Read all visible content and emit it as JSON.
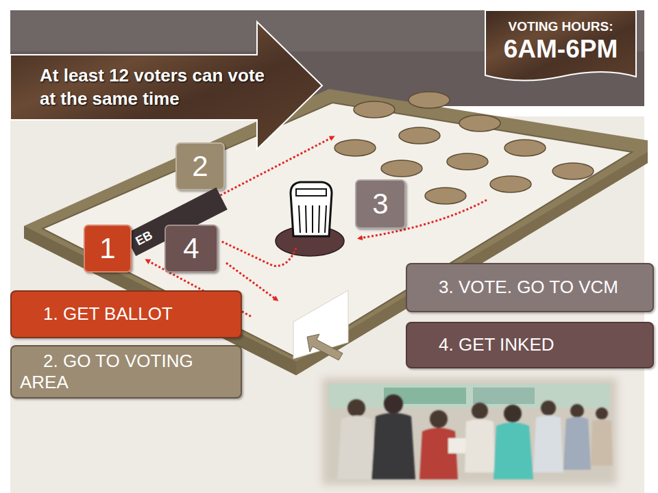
{
  "diagram": {
    "nodes": [
      {
        "text": [
          "At least 12 voters can vote at the same time"
        ]
      },
      {
        "text": [
          "VOTING HOURS:",
          "6AM-6PM"
        ]
      },
      {
        "text": [
          "2"
        ]
      },
      {
        "text": [
          "EB"
        ]
      },
      {
        "text": [
          "1"
        ]
      },
      {
        "text": [
          "4"
        ]
      },
      {
        "text": [
          "3"
        ]
      },
      {
        "text": [
          "1. GET BALLOT"
        ]
      },
      {
        "text": [
          "2. GO TO VOTING AREA"
        ]
      },
      {
        "text": [
          "3. VOTE. GO TO VCM"
        ]
      },
      {
        "text": [
          "4. GET INKED"
        ]
      }
    ]
  }
}
